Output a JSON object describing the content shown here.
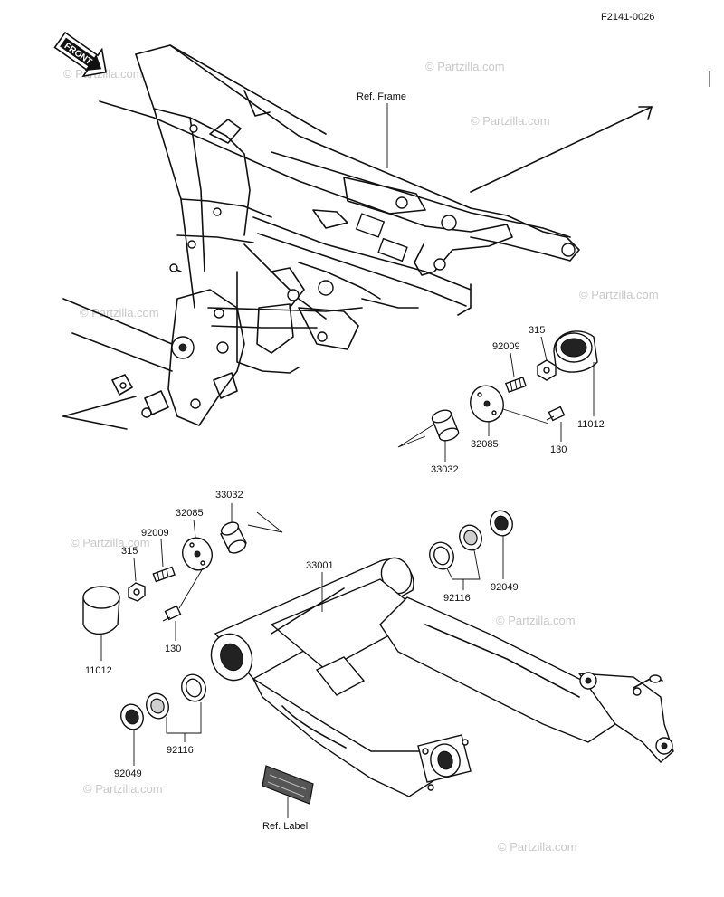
{
  "diagram_code": "F2141-0026",
  "front_badge": "FRONT",
  "watermark": "© Partzilla.com",
  "frame_label": "Ref. Frame",
  "ref_label": "Ref. Label",
  "callouts_upper": {
    "nut": "315",
    "bolt_stud": "92009",
    "cap": "11012",
    "plate": "32085",
    "screw": "130",
    "collar": "33032"
  },
  "callouts_lower": {
    "collar": "33032",
    "plate": "32085",
    "bolt_stud": "92009",
    "nut": "315",
    "cap": "11012",
    "screw": "130",
    "swingarm": "33001",
    "seal_right": "92049",
    "bearing_right": "92116",
    "seal_left": "92049",
    "bearing_left": "92116"
  }
}
